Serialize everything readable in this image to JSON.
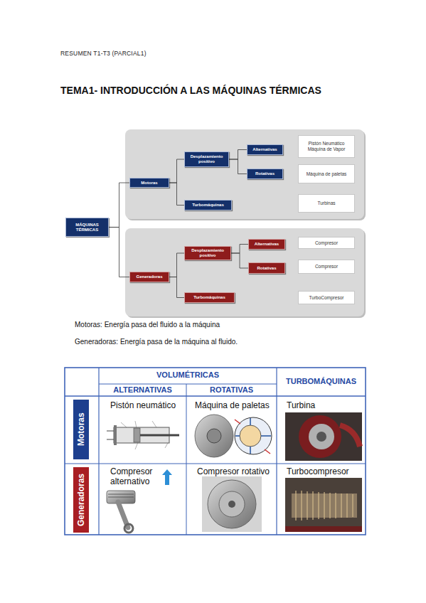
{
  "diagram": {
    "title": "TEMA1- INTRODUCCIÓN A LAS MÁQUINAS TÉRMICAS",
    "nodes": [
      {
        "text": [
          "MÁQUINAS TÉRMICAS"
        ]
      },
      {
        "text": [
          "Motoras"
        ]
      },
      {
        "text": [
          "Desplazamiento positivo"
        ]
      },
      {
        "text": [
          "Alternativas"
        ]
      },
      {
        "text": [
          "Pistón Neumático",
          "Máquina de Vapor"
        ]
      },
      {
        "text": [
          "Rotativas"
        ]
      },
      {
        "text": [
          "Máquina de paletas"
        ]
      },
      {
        "text": [
          "Turbomáquinas"
        ]
      },
      {
        "text": [
          "Turbinas"
        ]
      },
      {
        "text": [
          "Generadoras"
        ]
      },
      {
        "text": [
          "Desplazamiento positivo"
        ]
      },
      {
        "text": [
          "Alternativas"
        ]
      },
      {
        "text": [
          "Compresor"
        ]
      },
      {
        "text": [
          "Rotativas"
        ]
      },
      {
        "text": [
          "Compresor"
        ]
      },
      {
        "text": [
          "Turbomáquinas"
        ]
      },
      {
        "text": [
          "TurboCompresor"
        ]
      }
    ],
    "edges": [
      {
        "from": 0,
        "to": 1,
        "arrow": "none"
      },
      {
        "from": 0,
        "to": 9,
        "arrow": "none"
      },
      {
        "from": 1,
        "to": 2,
        "arrow": "none"
      },
      {
        "from": 1,
        "to": 7,
        "arrow": "none"
      },
      {
        "from": 2,
        "to": 3,
        "arrow": "none"
      },
      {
        "from": 2,
        "to": 5,
        "arrow": "none"
      },
      {
        "from": 9,
        "to": 10,
        "arrow": "none"
      },
      {
        "from": 9,
        "to": 15,
        "arrow": "none"
      },
      {
        "from": 10,
        "to": 11,
        "arrow": "none"
      },
      {
        "from": 10,
        "to": 13,
        "arrow": "none"
      }
    ],
    "labels": [
      "RESUMEN T1-T3 (PARCIAL1)",
      "Motoras: Energía pasa del fluido a la máquina",
      "Generadoras: Energía pasa de la máquina al fluido.",
      "VOLUMÉTRICAS",
      "TURBOMÁQUINAS",
      "ALTERNATIVAS",
      "ROTATIVAS",
      "Motoras",
      "Pistón neumático",
      "Máquina de paletas",
      "Turbina",
      "Generadoras",
      "Compresor alternativo",
      "Compresor rotativo",
      "Turbocompresor"
    ]
  }
}
